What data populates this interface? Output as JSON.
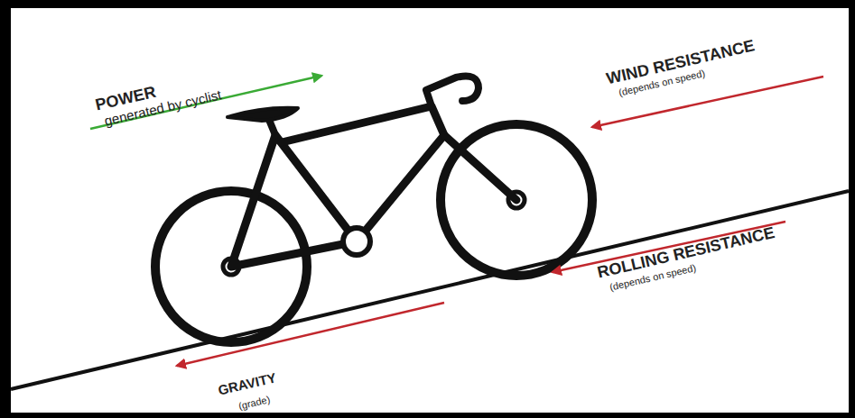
{
  "diagram": {
    "labels": [
      "POWER",
      "generated by cyclist",
      "WIND RESISTANCE",
      "(depends on speed)",
      "ROLLING RESISTANCE",
      "(depends on speed)",
      "GRAVITY",
      "(grade)"
    ]
  }
}
